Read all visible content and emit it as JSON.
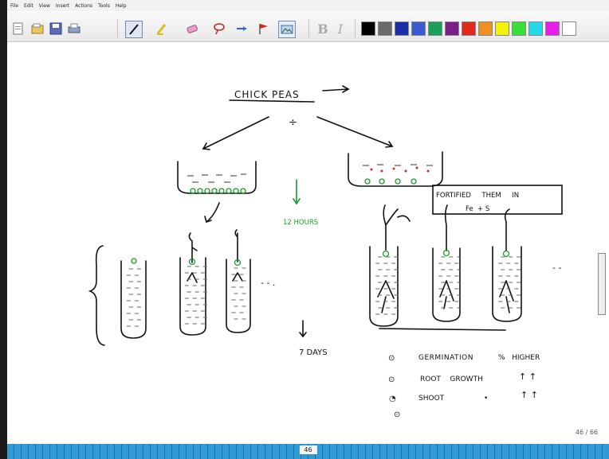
{
  "menu": [
    "File",
    "Edit",
    "View",
    "Insert",
    "Actions",
    "Tools",
    "Help"
  ],
  "toolbar": {
    "icons": [
      "new-page-icon",
      "open-icon",
      "save-icon",
      "print-icon",
      "pen-icon",
      "highlighter-icon",
      "eraser-icon",
      "lasso-icon",
      "insert-space-icon",
      "flag-icon",
      "image-icon",
      "bold-icon",
      "italic-icon"
    ],
    "colors": [
      "#000000",
      "#6a6a6a",
      "#1c2fa8",
      "#3b5bd0",
      "#1aa05a",
      "#7a1e8a",
      "#e0281e",
      "#f09020",
      "#f2f20a",
      "#36e036",
      "#24d8e8",
      "#e81ee8",
      "#ffffff"
    ]
  },
  "note": {
    "title": "CHICK PEAS",
    "divide_mark": "÷",
    "time1": "12 HOURS",
    "time2": "7 DAYS",
    "fortified": "FORTIFIED     THEM     IN",
    "fortified_sub": "Fe  + S",
    "ellipsis_left": "- - .",
    "ellipsis_right": "- -",
    "results": [
      {
        "bullet": "⊙",
        "label": "GERMINATION",
        "value": "%   HIGHER"
      },
      {
        "bullet": "⊙",
        "label": "ROOT    GROWTH",
        "value": "↑ ↑"
      },
      {
        "bullet": "◔",
        "label": "SHOOT",
        "value": "↑ ↑"
      }
    ],
    "ditto": "•",
    "last_bullet": "⊙"
  },
  "page_indicator": "46 / 66",
  "page_number": "46"
}
